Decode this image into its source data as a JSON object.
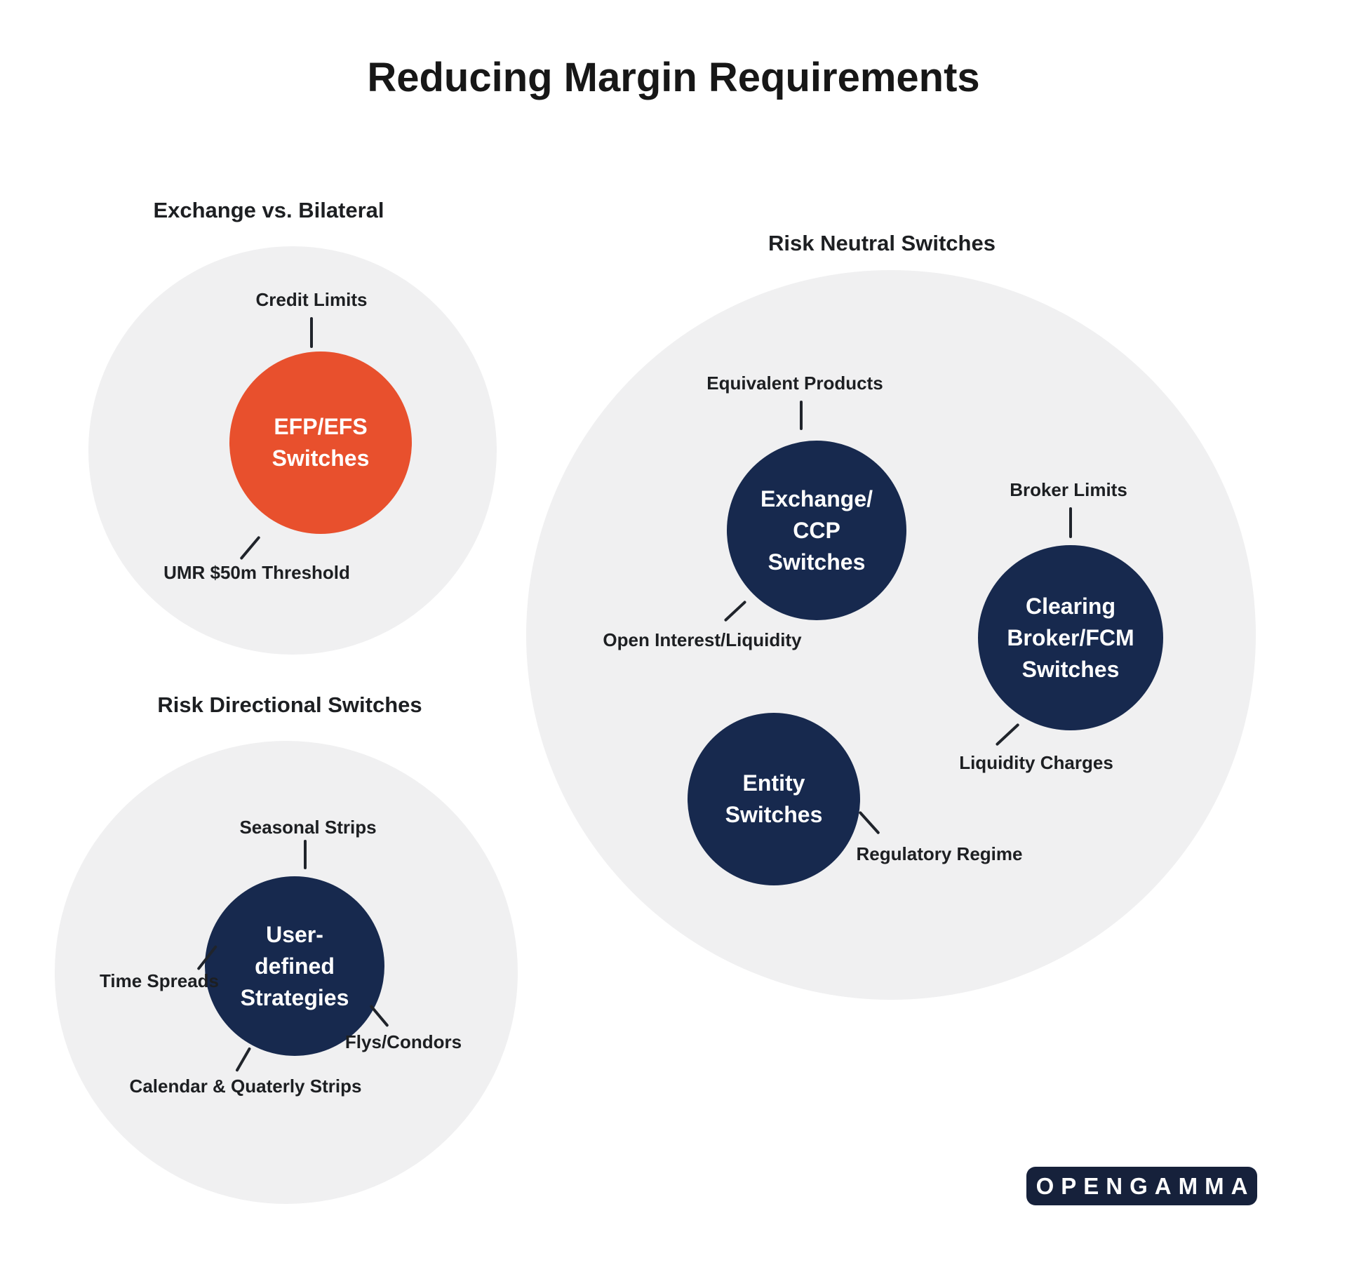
{
  "title": "Reducing Margin Requirements",
  "logo_text": "OPENGAMMA",
  "colors": {
    "orange": "#E8502D",
    "navy": "#17294E",
    "circle_bg": "#F0F0F1",
    "logo_bg": "#16213B",
    "text": "#1D1F22",
    "line": "#20242B",
    "background": "#FFFFFF"
  },
  "groups": {
    "exchange_bilateral": {
      "heading": "Exchange vs. Bilateral",
      "node_lines": [
        "EFP/EFS",
        "Switches"
      ],
      "label_top": "Credit Limits",
      "label_bottom": "UMR $50m Threshold"
    },
    "risk_directional": {
      "heading": "Risk Directional Switches",
      "node_lines": [
        "User-",
        "defined",
        "Strategies"
      ],
      "label_top": "Seasonal Strips",
      "label_left": "Time Spreads",
      "label_bottom": "Calendar & Quaterly Strips",
      "label_right": "Flys/Condors"
    },
    "risk_neutral": {
      "heading": "Risk Neutral Switches",
      "exchange_ccp": {
        "node_lines": [
          "Exchange/",
          "CCP",
          "Switches"
        ],
        "label_top": "Equivalent Products",
        "label_bottom": "Open Interest/Liquidity"
      },
      "clearing_broker_fcm": {
        "node_lines": [
          "Clearing",
          "Broker/FCM",
          "Switches"
        ],
        "label_top": "Broker Limits",
        "label_bottom": "Liquidity Charges"
      },
      "entity": {
        "node_lines": [
          "Entity",
          "Switches"
        ],
        "label_bottom": "Regulatory Regime"
      }
    }
  }
}
